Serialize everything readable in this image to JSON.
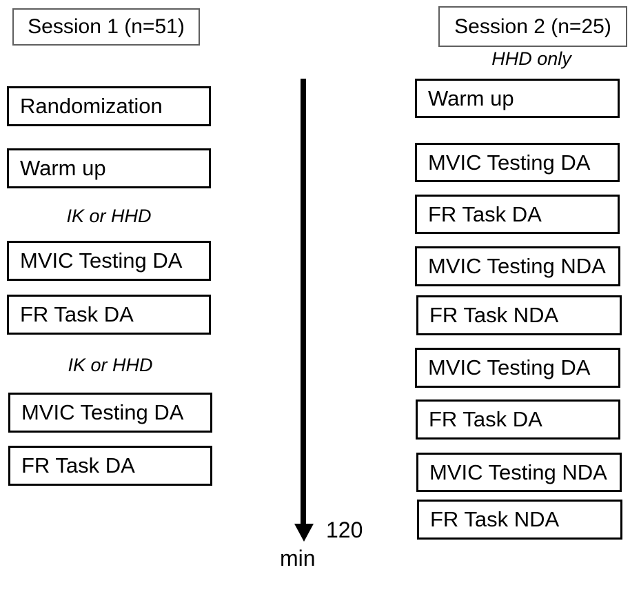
{
  "session1": {
    "header": "Session 1 (n=51)",
    "items": [
      {
        "kind": "box",
        "label": "Randomization"
      },
      {
        "kind": "box",
        "label": "Warm up"
      },
      {
        "kind": "note",
        "label": "IK or HHD"
      },
      {
        "kind": "box",
        "label": "MVIC Testing DA"
      },
      {
        "kind": "box",
        "label": "FR Task DA"
      },
      {
        "kind": "note",
        "label": "IK or HHD"
      },
      {
        "kind": "box",
        "label": "MVIC Testing DA"
      },
      {
        "kind": "box",
        "label": "FR Task DA"
      }
    ]
  },
  "session2": {
    "header": "Session 2 (n=25)",
    "note": "HHD only",
    "items": [
      {
        "kind": "box",
        "label": "Warm up"
      },
      {
        "kind": "box",
        "label": "MVIC Testing DA"
      },
      {
        "kind": "box",
        "label": "FR Task DA"
      },
      {
        "kind": "box",
        "label": "MVIC Testing NDA"
      },
      {
        "kind": "box",
        "label": "FR Task NDA"
      },
      {
        "kind": "box",
        "label": "MVIC Testing DA"
      },
      {
        "kind": "box",
        "label": "FR Task DA"
      },
      {
        "kind": "box",
        "label": "MVIC Testing NDA"
      },
      {
        "kind": "box",
        "label": "FR Task NDA"
      }
    ]
  },
  "timeline": {
    "value": "120",
    "unit": "min"
  },
  "colors": {
    "header_border": "#5f5f5f",
    "box_border": "#000000",
    "arrow": "#000000",
    "text": "#000000",
    "background": "#ffffff"
  }
}
